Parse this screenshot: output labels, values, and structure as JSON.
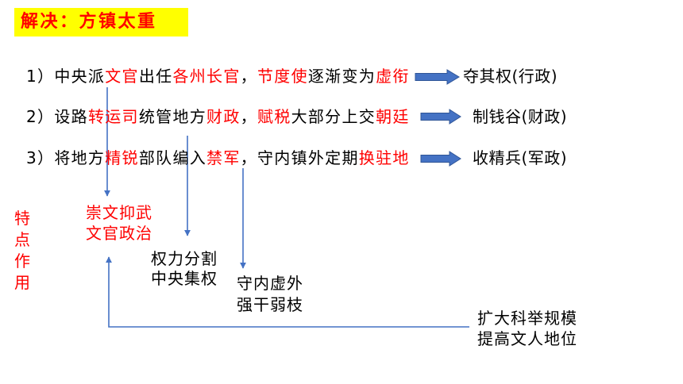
{
  "colors": {
    "emphasis": "#ff0000",
    "highlight": "#ffff00",
    "arrow": "#4472c4"
  },
  "title": "解决：方镇太重",
  "measures": [
    {
      "segments": [
        {
          "text": "1）中央派",
          "emphasis": false
        },
        {
          "text": "文官",
          "emphasis": true
        },
        {
          "text": "出任",
          "emphasis": false
        },
        {
          "text": "各州长官",
          "emphasis": true
        },
        {
          "text": "，",
          "emphasis": false
        },
        {
          "text": "节度使",
          "emphasis": true
        },
        {
          "text": "逐渐变为",
          "emphasis": false
        },
        {
          "text": "虚衔",
          "emphasis": true
        }
      ],
      "result": "夺其权(行政)"
    },
    {
      "segments": [
        {
          "text": "2）设路",
          "emphasis": false
        },
        {
          "text": "转运司",
          "emphasis": true
        },
        {
          "text": "统管地方",
          "emphasis": false
        },
        {
          "text": "财政",
          "emphasis": true
        },
        {
          "text": "，",
          "emphasis": false
        },
        {
          "text": "赋税",
          "emphasis": true
        },
        {
          "text": "大部分上交",
          "emphasis": false
        },
        {
          "text": "朝廷",
          "emphasis": true
        }
      ],
      "result": "制钱谷(财政)"
    },
    {
      "segments": [
        {
          "text": "3）将地方",
          "emphasis": false
        },
        {
          "text": "精锐",
          "emphasis": true
        },
        {
          "text": "部队编入",
          "emphasis": false
        },
        {
          "text": "禁军",
          "emphasis": true
        },
        {
          "text": "，守内镇外定期",
          "emphasis": false
        },
        {
          "text": "换驻地",
          "emphasis": true
        }
      ],
      "result": "收精兵(军政)"
    }
  ],
  "side_label": "特点作用",
  "effects": {
    "civil_rule": [
      "崇文抑武",
      "文官政治"
    ],
    "power_split": [
      "权力分割",
      "中央集权"
    ],
    "inner_strong": [
      "守内虚外",
      "强干弱枝"
    ],
    "exam": [
      "扩大科举规模",
      "提高文人地位"
    ]
  }
}
